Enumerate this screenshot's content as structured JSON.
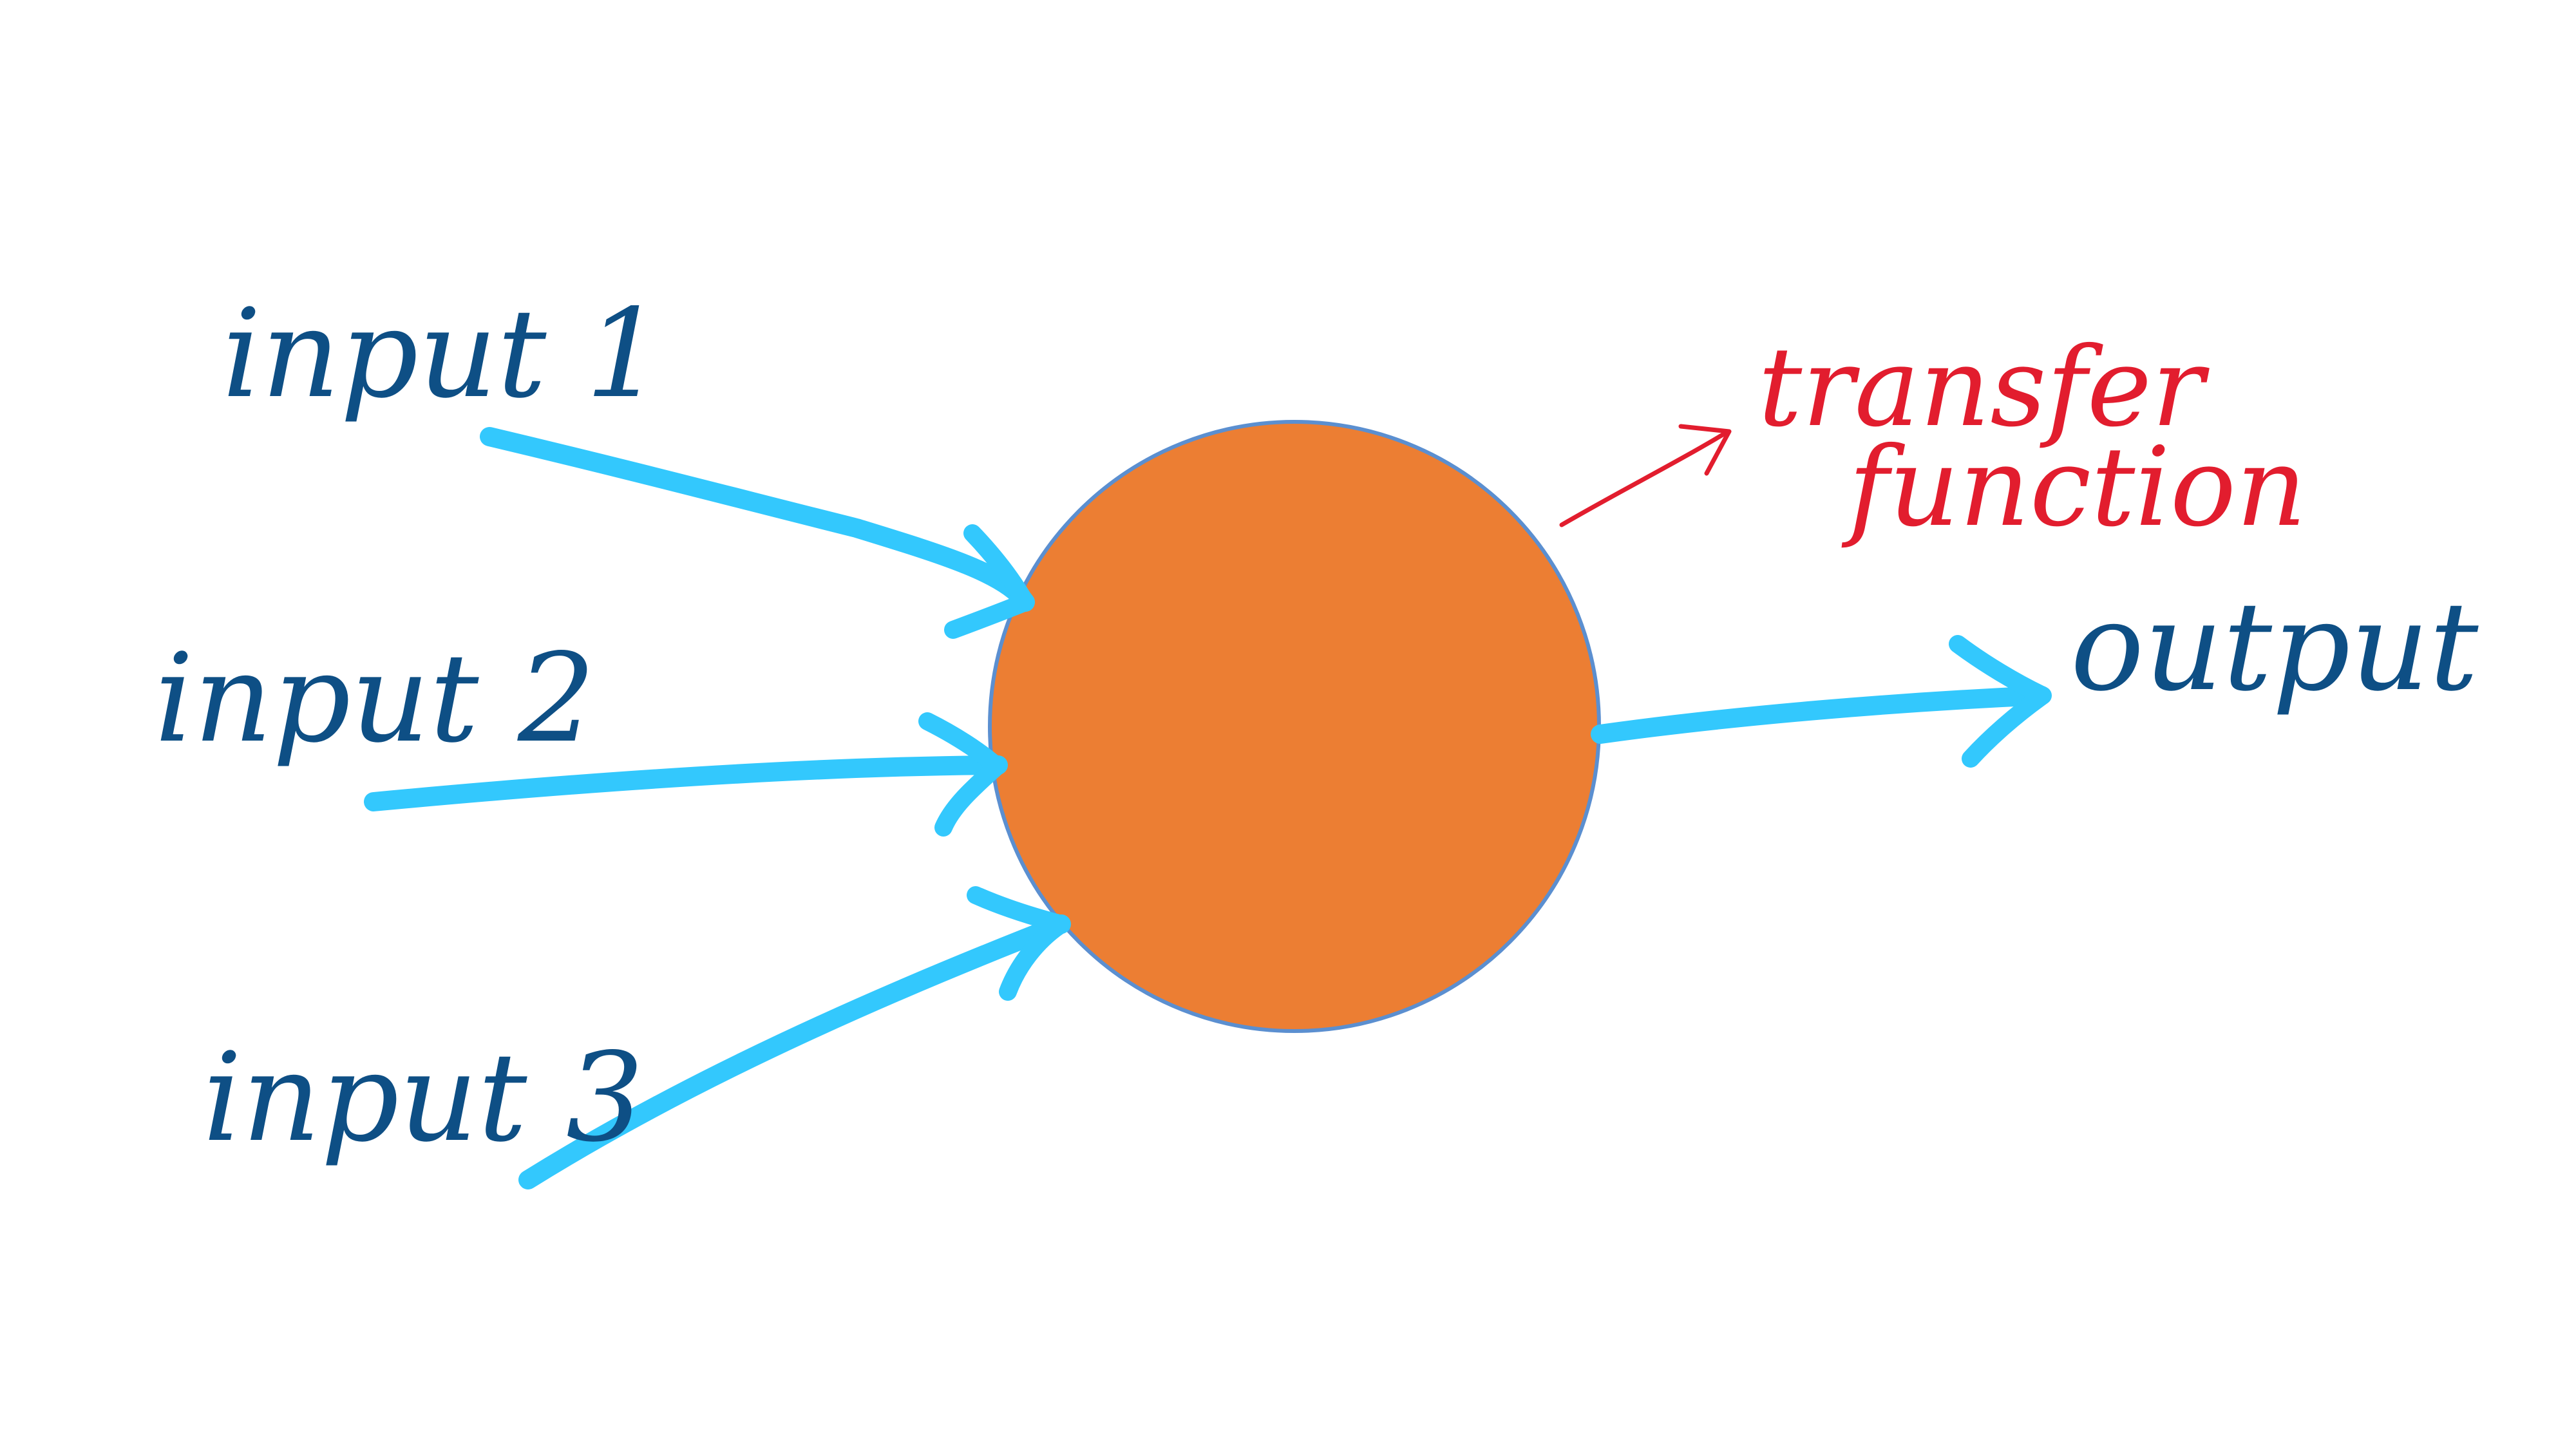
{
  "labels": {
    "input_1": "input 1",
    "input_2": "input 2",
    "input_3": "input 3",
    "output": "output",
    "transfer_line_1": "transfer",
    "transfer_line_2": "function"
  },
  "colors": {
    "background": "#ffffff",
    "neuron_fill": "#ec7e33",
    "neuron_stroke": "#5b8fd0",
    "arrow": "#33c8fd",
    "label_text": "#0e4f85",
    "annotation_text": "#e21d2e"
  }
}
